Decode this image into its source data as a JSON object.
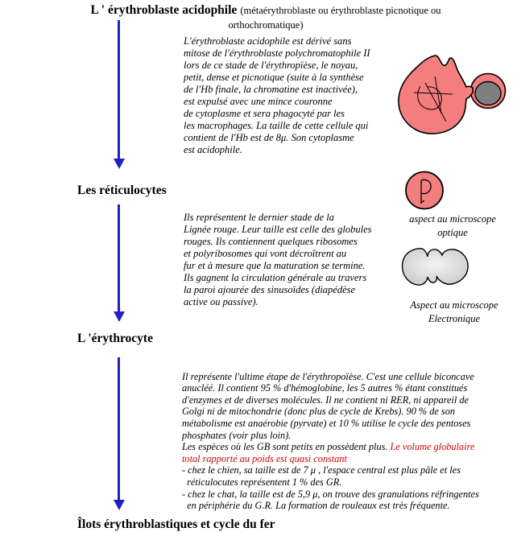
{
  "colors": {
    "background": "#ffffff",
    "arrow_blue": "#1f1fc8",
    "highlight_red": "#d40000",
    "cell_pink": "#f47e7e",
    "nucleus_gray": "#7f7f7f",
    "em_cell_gray": "#d9d9d9",
    "outline_black": "#000000"
  },
  "title": {
    "main": "L ' érythroblaste acidophile",
    "qualifier": "(métaérythroblaste ou érythroblaste picnotique ou\northochromatique)"
  },
  "acidophile": {
    "paragraph": "L'érythroblaste acidophile est dérivé sans\nmitose de l'érythroblaste polychromatophile II\nlors de ce stade de l'érythropïèse, le noyau,\npetit, dense et picnotique (suite à la synthèse\nde l'Hb finale, la chromatine est inactivée),\nest expulsé avec une mince couronne\nde cytoplasme et sera phagocyté par les\nles macrophages. La taille de cette cellule qui\ncontient de l'Hb est de 8μ. Son cytoplasme\nest acidophile."
  },
  "reticulocytes": {
    "heading": "Les réticulocytes",
    "paragraph": "Ils représentent le dernier stade de la\nLignée rouge. Leur taille est celle des globules\nrouges. Ils contiennent quelques ribosomes\net polyribosomes qui vont décroîtrent au\nfur et à mesure que la maturation se termine.\nIls gagnent la circulation générale au travers\nla paroi ajourée des sinusoïdes (diapédèse\nactive ou passive).",
    "optical_label": "aspect au microscope\noptique",
    "em_label": "Aspect au microscope\nElectronique"
  },
  "erythrocyte": {
    "heading": "L 'érythrocyte",
    "paragraph_start": "Il représente l'ultime étape de l'érythropoïèse. C'est une cellule biconcave\nanucléé. Il contient 95 % d'hémoglobine, les 5 autres % étant constitués\nd'enzymes et de diverses molécules. Il ne contient ni RER, ni appareil de\nGolgi ni de mitochondrie (donc plus de cycle de Krebs). 90 % de son\nmétabolisme est anaérobie (pyrvate) et 10 % utilise le cycle des pentoses\nphosphates (voir plus loin).\nLes espèces où les GB sont petits en possèdent plus. ",
    "highlight": "Le volume globulaire\ntotal rapporté au poids est quasi constant",
    "paragraph_end": "\n- chez le chien, sa taille est de 7 μ , l'espace central est plus pâle et les\n  réticulocutes représentent 1 % des GR.\n- chez le chat, la taille est de 5,9 μ, on trouve des granulations réfringentes\n  en périphérie du G.R. La formation de rouleaux est très fréquente."
  },
  "footer": {
    "heading": "Îlots érythroblastiques et cycle du fer"
  },
  "figures": {
    "acidophile_cell": "acidophile-cell-figure",
    "reticulocyte_optical": "reticulocyte-optical-figure",
    "reticulocyte_em": "reticulocyte-em-figure"
  }
}
